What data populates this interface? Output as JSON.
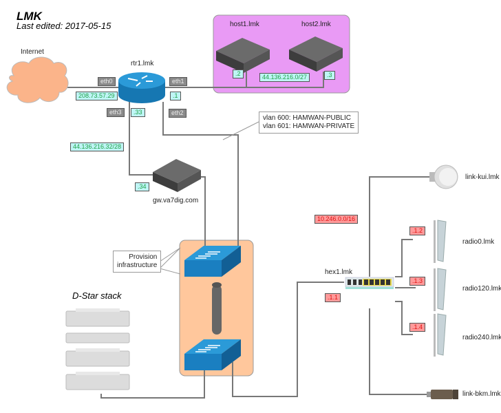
{
  "header": {
    "title": "LMK",
    "subtitle": "Last edited: 2017-05-15"
  },
  "nodes": {
    "internet": "Internet",
    "router": "rtr1.lmk",
    "host1": "host1.lmk",
    "host2": "host2.lmk",
    "gateway": "gw.va7dig.com",
    "hex": "hex1.lmk",
    "link_kui": "link-kui.lmk",
    "radio0": "radio0.lmk",
    "radio120": "radio120.lmk",
    "radio240": "radio240.lmk",
    "link_bkm": "link-bkm.lmk"
  },
  "interfaces": {
    "eth0": "eth0",
    "eth1": "eth1",
    "eth2": "eth2",
    "eth3": "eth3"
  },
  "addresses": {
    "wan_ip": "208.73.57.29",
    "eth1_ip": ".1",
    "eth3_ip": ".33",
    "host_subnet": "44.136.216.0/27",
    "host1_ip": ".2",
    "host2_ip": ".3",
    "gw_subnet": "44.136.216.32/28",
    "gw_ip": ".34",
    "hamwan_subnet": "10.246.0.0/16",
    "hex_ip": ".1.1",
    "radio0_ip": ".1.2",
    "radio120_ip": ".1.3",
    "radio240_ip": ".1.4"
  },
  "callouts": {
    "vlan_line1": "vlan 600: HAMWAN-PUBLIC",
    "vlan_line2": "vlan 601: HAMWAN-PRIVATE",
    "provision_line1": "Provision",
    "provision_line2": "infrastructure"
  },
  "groups": {
    "dstar": "D-Star stack"
  },
  "colors": {
    "cloud": "#fbb48a",
    "host_group": "#e99af5",
    "switch_group": "#ffc79c",
    "device_blue": "#1a7fc1",
    "tag_gray": "#8a8a8a",
    "tag_cyan": "#bff5f5",
    "tag_red": "#ff9a9a",
    "wire": "#777777"
  }
}
